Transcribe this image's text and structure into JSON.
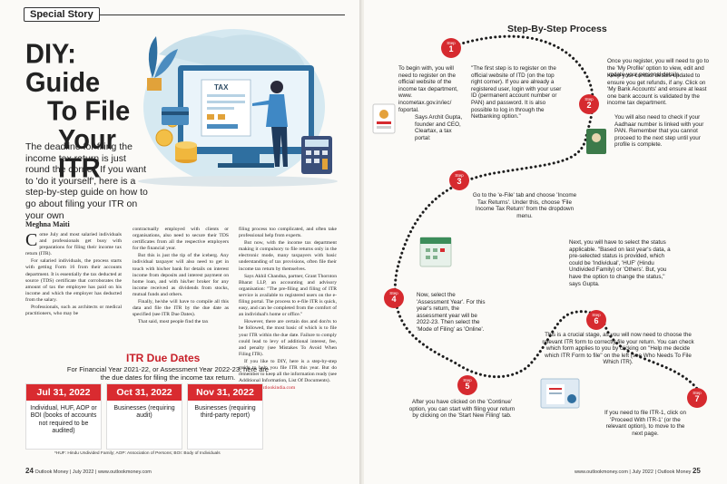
{
  "colors": {
    "accent": "#d92b30",
    "text": "#222222",
    "paper": "#fbfaf7"
  },
  "left": {
    "section_tag": "Special Story",
    "title_lines": [
      "DIY: Guide",
      "To File",
      "Your ITR"
    ],
    "intro": "The deadline for filing the income tax return is just round the corner. If you want to 'do it yourself', here is a step-by-step guide on how to go about filing your ITR on your own",
    "illustration_label": "TAX",
    "byline": "Meghna Maiti",
    "col1": {
      "dropcap": "C",
      "paras": [
        "ome July and most salaried individuals and professionals get busy with preparations for filing their income tax return (ITR).",
        "For salaried individuals, the process starts with getting Form 16 from their accounts department. It is essentially the tax deducted at source (TDS) certificate that corroborates the amount of tax the employee has paid on his income and which the employer has deducted from the salary.",
        "Professionals, such as architects or medical practitioners, who may be"
      ]
    },
    "col2": {
      "paras": [
        "contractually employed with clients or organisations, also need to secure their TDS certificates from all the respective employers for the financial year.",
        "But this is just the tip of the iceberg. Any individual taxpayer will also need to get in touch with his/her bank for details on interest income from deposits and interest payment on home loan, and with his/her broker for any income received as dividends from stocks, mutual funds and others.",
        "Finally, he/she will have to compile all this data and file the ITR by the due date as specified (see ITR Due Dates).",
        "That said, most people find the tax"
      ]
    },
    "col3": {
      "paras": [
        "filing process too complicated, and often take professional help from experts.",
        "But now, with the income tax department making it compulsory to file returns only in the electronic mode, many taxpayers with basic understanding of tax provisions, often file their income tax return by themselves.",
        "Says Akhil Chandna, partner, Grant Thornton Bharat LLP, an accounting and advisory organisation: \"The pre-filing and filing of ITR service is available to registered users on the e-filing portal. The process to e-file ITR is quick, easy, and can be completed from the comfort of an individual's home or office.\"",
        "However, there are certain dos and don'ts to be followed, the most basic of which is to file your ITR within the due date. Failure to comply could lead to levy of additional interest, fee, and penalty (see Mistakes To Avoid When Filing ITR).",
        "If you like to DIY, here is a step-by-step guide to help you file ITR this year. But do remember to keep all the information ready (see Additional Information, List Of Documents)."
      ],
      "email": "meghna@outlookindia.com"
    },
    "due_dates": {
      "heading": "ITR Due Dates",
      "subtitle": "For Financial Year 2021-22, or Assessment Year 2022-23, here are the due dates for filing the income tax return.",
      "cards": [
        {
          "date": "Jul 31, 2022",
          "text": "Individual, HUF, AOP or BOI (books of accounts not required to be audited)"
        },
        {
          "date": "Oct 31, 2022",
          "text": "Businesses (requiring audit)"
        },
        {
          "date": "Nov 31, 2022",
          "text": "Businesses (requiring third-party report)"
        }
      ],
      "footnote": "*HUF: Hindu Undivided Family; AOP: Association of Persons; BOI: Body of Individuals"
    },
    "folio": {
      "page": "24",
      "text": "Outlook Money | July 2022 | www.outlookmoney.com"
    }
  },
  "right": {
    "title": "Step-By-Step Process",
    "step_word": "Step",
    "steps": [
      {
        "n": "1",
        "texts": [
          "To begin with, you will need to register on the official website of the income tax department, www. incometax.gov.in/iec/ foportal.",
          "Says Archit Gupta, founder and CEO, Cleartax, a tax portal:",
          "\"The first step is to register on the official website of ITD (on the top right corner). If you are already a registered user, login with your user ID (permanent account number or PAN) and password. It is also possible to log in through the Netbanking option.\""
        ]
      },
      {
        "n": "2",
        "texts": [
          "Once you register, you will need to go to the 'My Profile' option to view, edit and update your personal details.",
          "Keep your contact details updated to ensure you get refunds, if any. Click on 'My Bank Accounts' and ensure at least one bank account is validated by the income tax department.",
          "You will also need to check if your Aadhaar number is linked with your PAN. Remember that you cannot proceed to the next step until your profile is complete."
        ]
      },
      {
        "n": "3",
        "texts": [
          "Go to the 'e-File' tab and choose 'Income Tax Returns'. Under this, choose 'File Income Tax Return' from the dropdown menu."
        ]
      },
      {
        "n": "4",
        "texts": [
          "Now, select the 'Assessment Year'. For this year's return, the assessment year will be 2022-23. Then select the 'Mode of Filing' as 'Online'."
        ]
      },
      {
        "n": "5",
        "texts": [
          "After you have clicked on the 'Continue' option, you can start with filing your return by clicking on the 'Start New Filing' tab."
        ]
      },
      {
        "n": "6",
        "texts": [
          "Next, you will have to select the status applicable. \"Based on last year's data, a pre-selected status is provided, which could be 'Individual', 'HUF' (Hindu Undivided Family) or 'Others'. But, you have the option to change the status,\" says Gupta."
        ]
      },
      {
        "n": "7",
        "texts": [
          "This is a crucial stage, as you will now need to choose the relevant ITR form to correctly file your return. You can check which form applies to you by clicking on \"Help me decide which ITR Form to file\" on the left (see Who Needs To File Which ITR).",
          "If you need to file ITR-1, click on 'Proceed With ITR-1' (or the relevant option), to move to the next page."
        ]
      }
    ],
    "folio": {
      "page": "25",
      "text": "www.outlookmoney.com | July 2022 | Outlook Money"
    }
  }
}
